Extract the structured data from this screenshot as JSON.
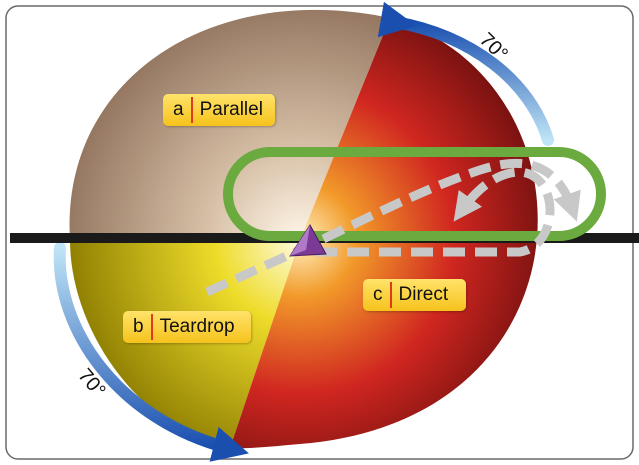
{
  "entries": [
    {
      "letter": "a",
      "name": "Parallel"
    },
    {
      "letter": "b",
      "name": "Teardrop"
    },
    {
      "letter": "c",
      "name": "Direct"
    }
  ],
  "angles": {
    "top": "70°",
    "bottom": "70°"
  },
  "colors": {
    "parallel_sector": "#b39683",
    "teardrop_sector": "#d9c400",
    "direct_sector": "#c0201e",
    "holding_pattern": "#6aaa3e",
    "inbound_line": "#1a1a1a",
    "fix_triangle": "#7b3a96",
    "path_arrows": "#c8c8c8",
    "angle_arrows": "#1f6fc6",
    "label_background": "#f8cc2c",
    "label_separator": "#e03a1a"
  }
}
